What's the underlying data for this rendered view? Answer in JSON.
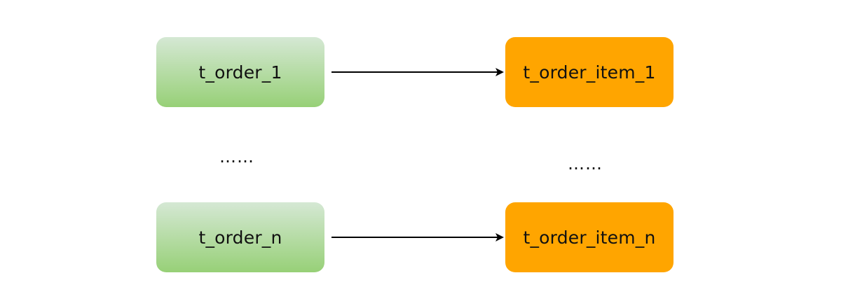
{
  "nodes": {
    "order_1": "t_order_1",
    "item_1": "t_order_item_1",
    "order_n": "t_order_n",
    "item_n": "t_order_item_n"
  },
  "ellipsis": {
    "left": "……",
    "right": "……"
  },
  "colors": {
    "green_top": "#d5e8d4",
    "green_bottom": "#97d077",
    "orange": "#ffa500",
    "line": "#000000"
  }
}
